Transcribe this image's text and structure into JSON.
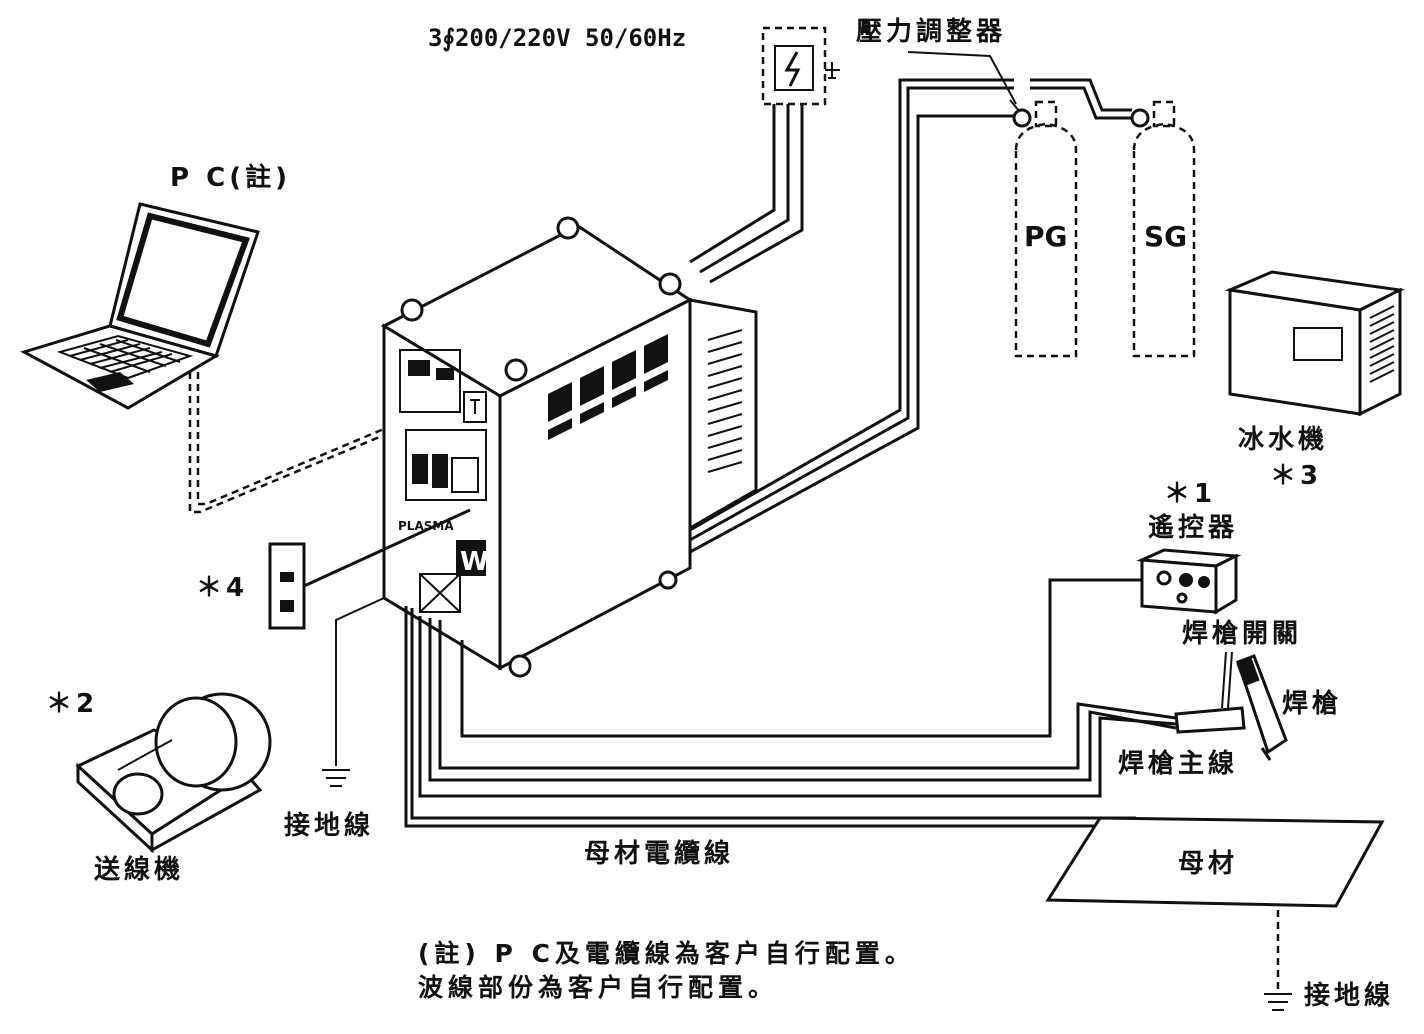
{
  "labels": {
    "power_supply": "3∮200/220V 50/60Hz",
    "pressure_regulator": "壓力調整器",
    "pc": "P C(註)",
    "pg": "PG",
    "sg": "SG",
    "chiller": "冰水機",
    "chiller_mark": "＊3",
    "remote_mark": "＊1",
    "remote": "遙控器",
    "torch_switch": "焊槍開關",
    "torch": "焊槍",
    "torch_main_cable": "焊槍主線",
    "mark_4": "＊4",
    "mark_2": "＊2",
    "wire_feeder": "送線機",
    "ground_wire_left": "接地線",
    "base_cable": "母材電纜線",
    "base_material": "母材",
    "ground_wire_right": "接地線",
    "note_line1": "(註) P C及電纜線為客户自行配置。",
    "note_line2": "波線部份為客户自行配置。"
  },
  "machine": {
    "panel_text": "PLASMA",
    "logo": "W"
  },
  "colors": {
    "ink": "#111111",
    "paper": "#ffffff"
  }
}
